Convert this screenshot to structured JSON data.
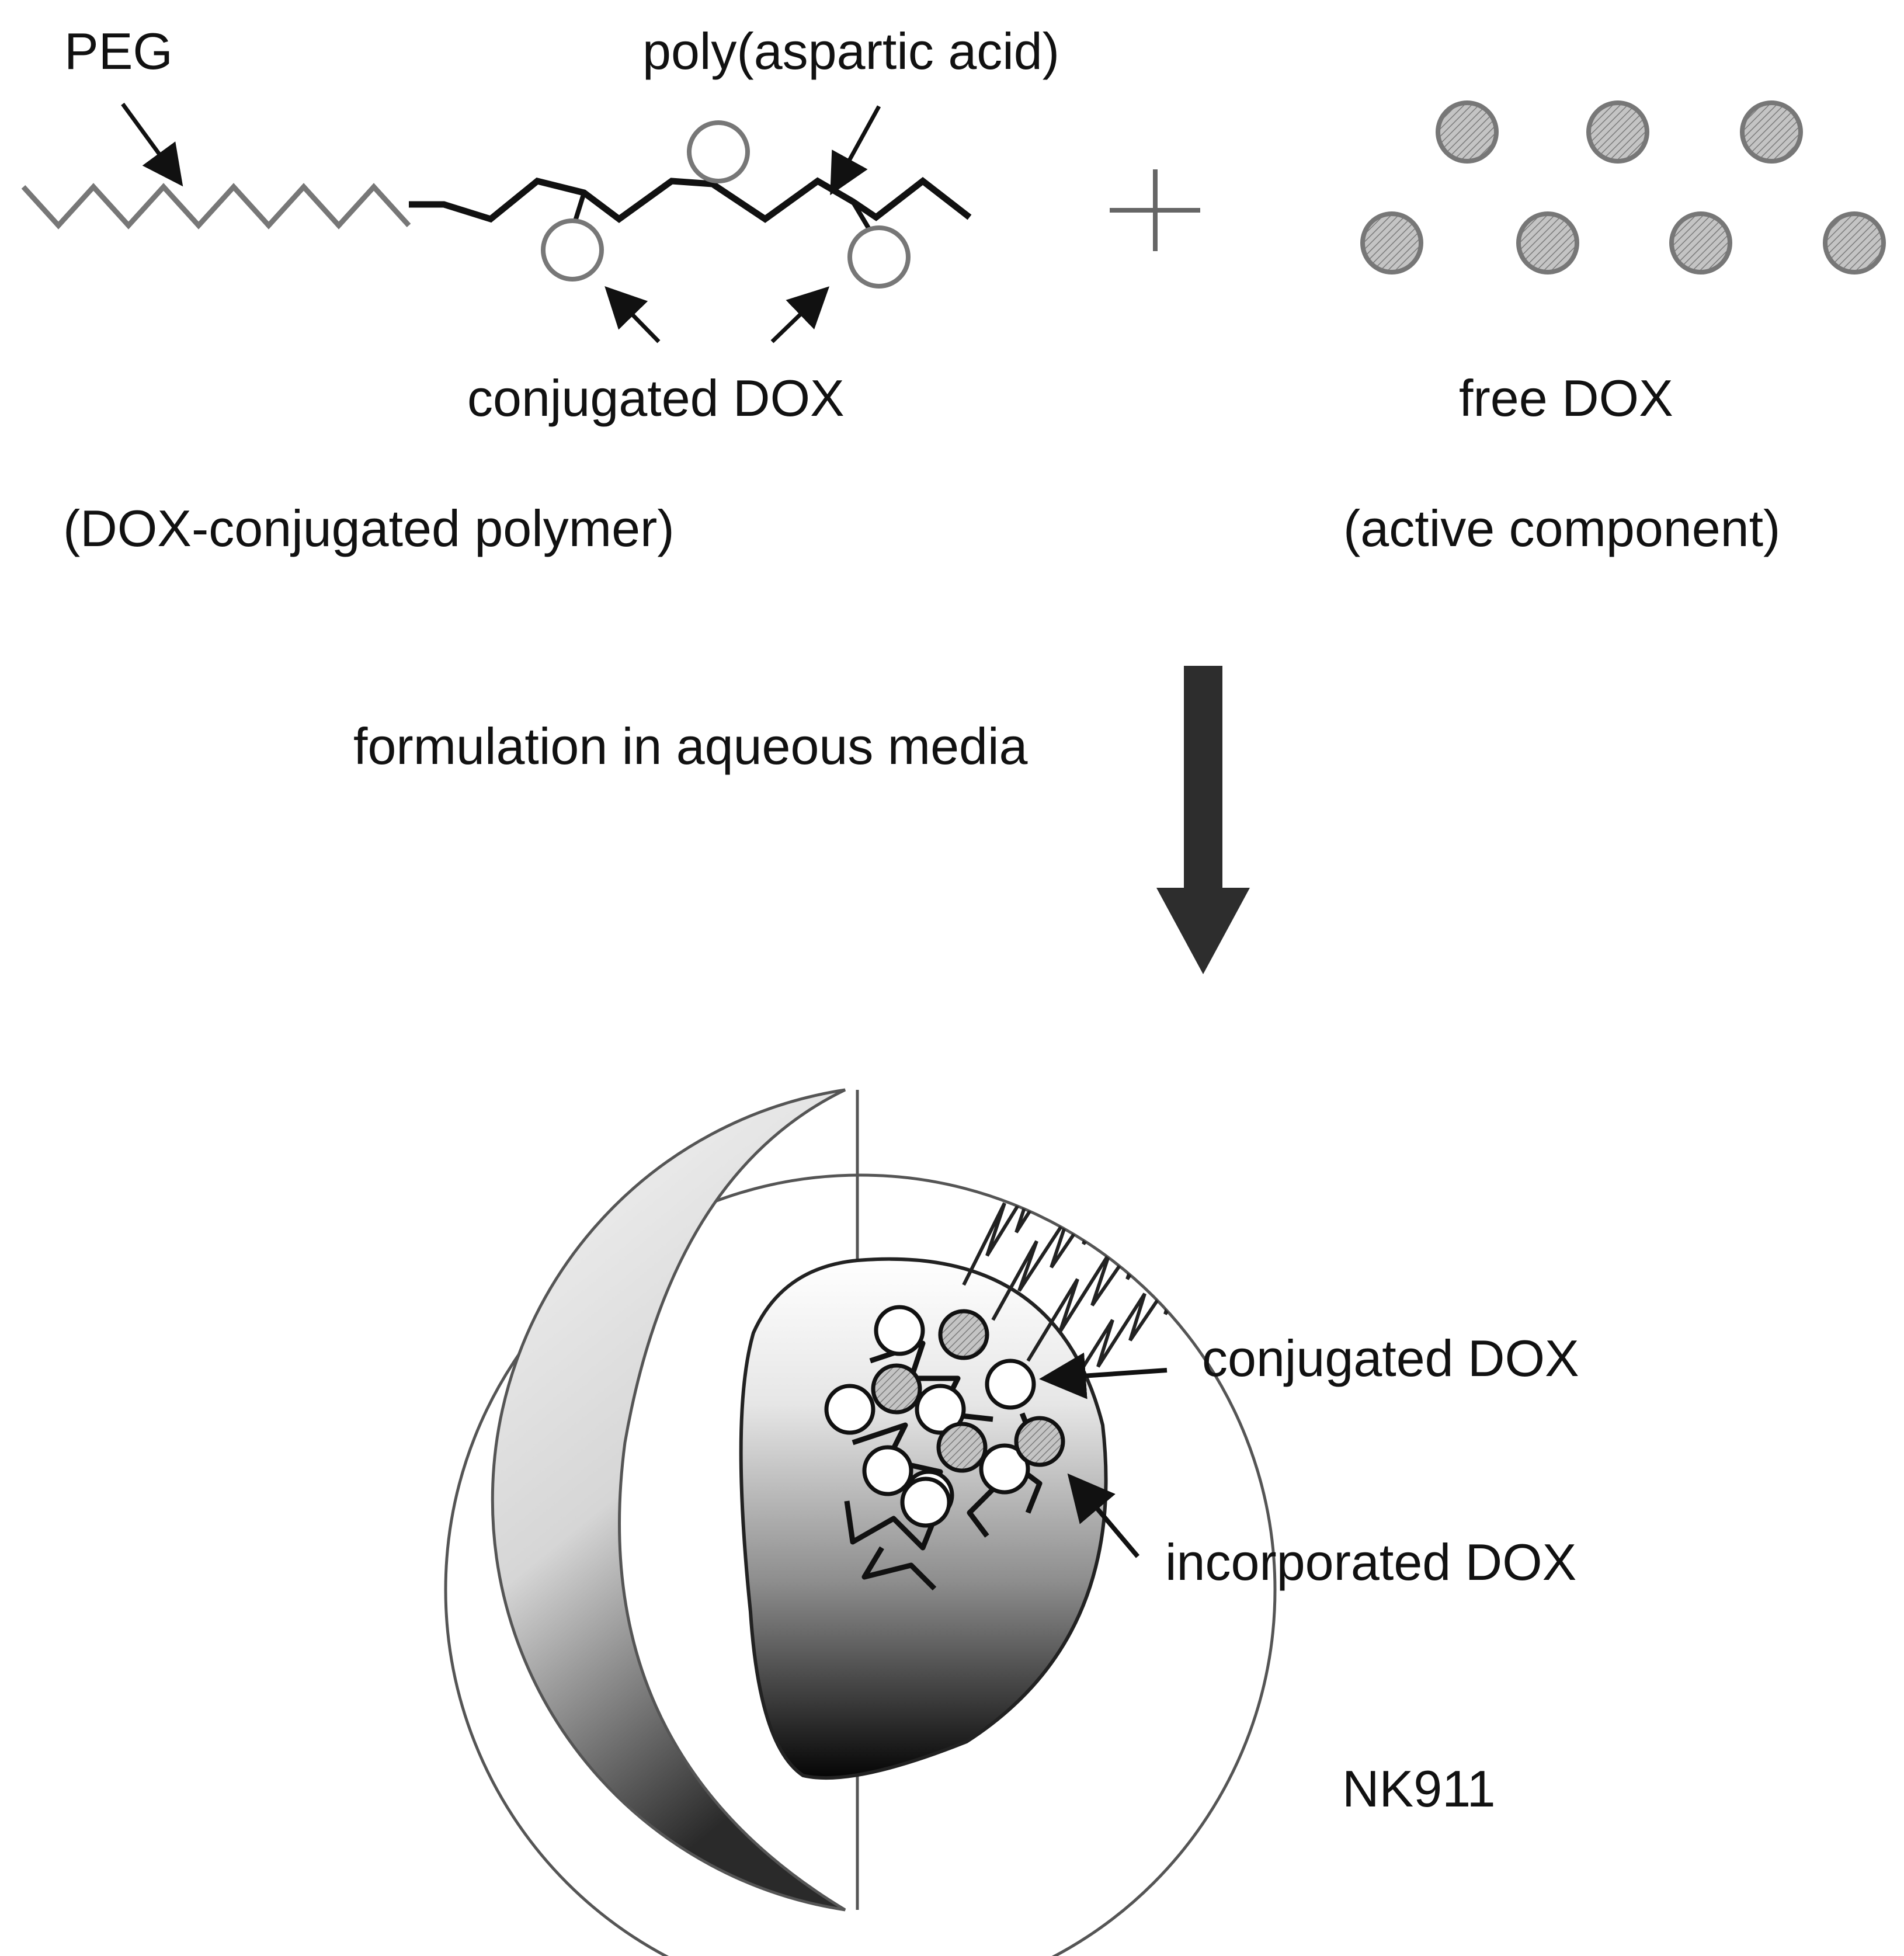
{
  "top": {
    "peg_label": "PEG",
    "backbone_label": "poly(aspartic acid)",
    "conjugated_label": "conjugated DOX",
    "polymer_caption": "(DOX-conjugated polymer)",
    "plus_symbol": "+",
    "free_label": "free DOX",
    "free_caption": "(active component)"
  },
  "process": {
    "label": "formulation in aqueous media"
  },
  "micelle": {
    "conjugated_label": "conjugated DOX",
    "incorporated_label": "incorporated DOX",
    "name": "NK911"
  },
  "colors": {
    "ink": "#111111",
    "line_gray": "#777777",
    "arrow_fill": "#2d2d2d",
    "drug_fill": "#b5b5b5"
  }
}
